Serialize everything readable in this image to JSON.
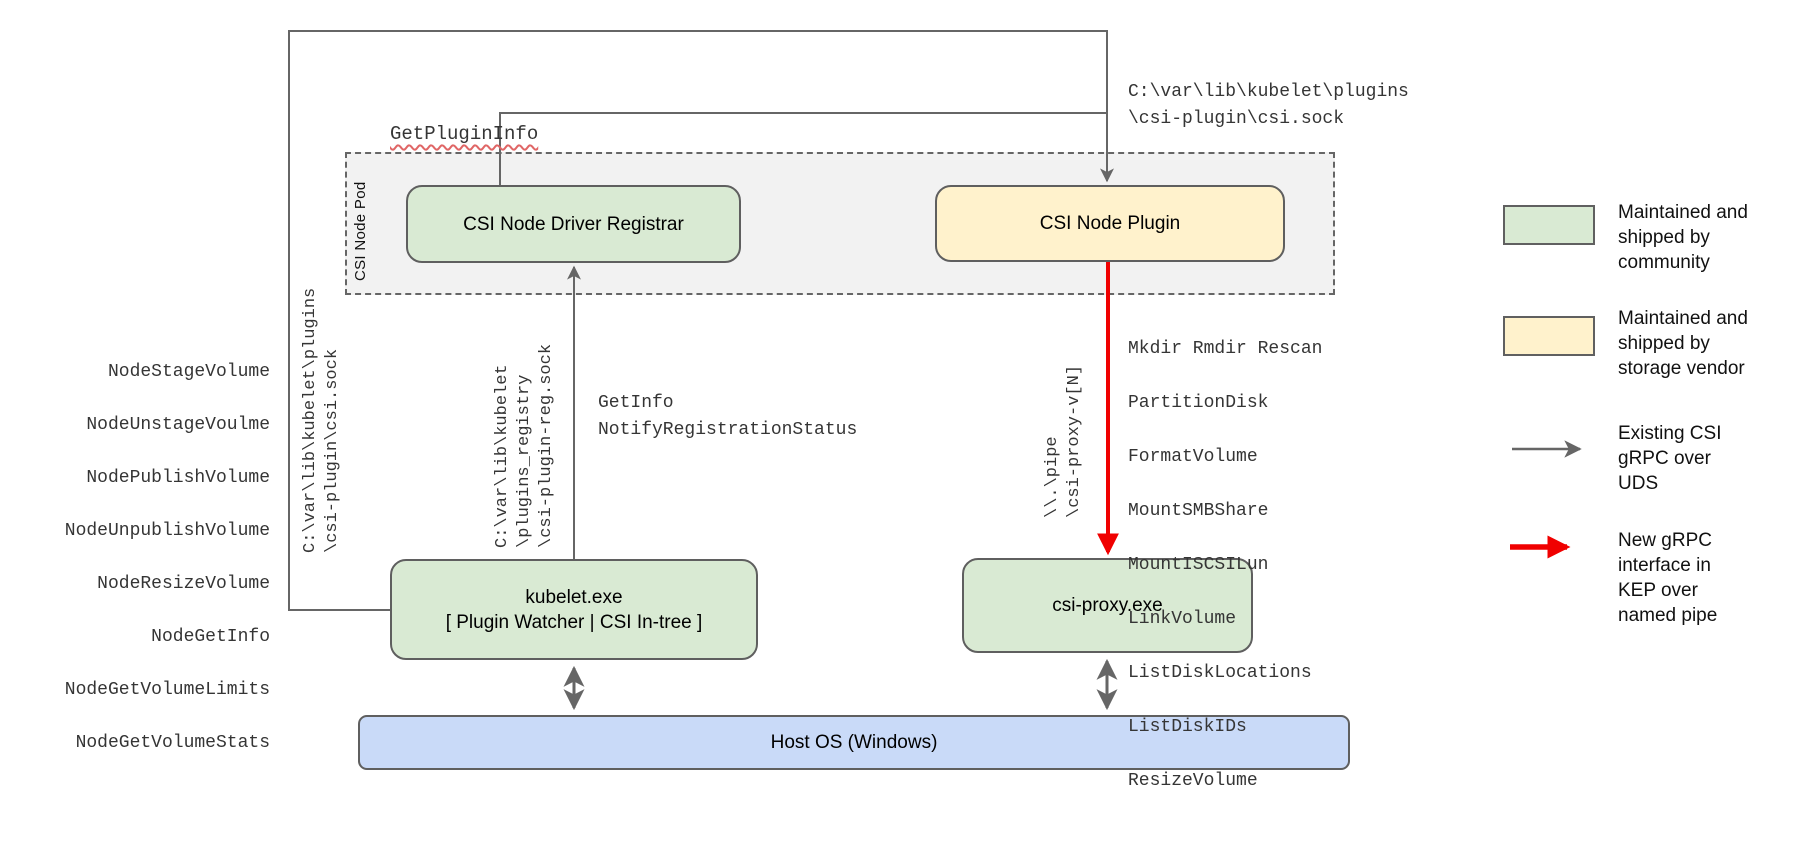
{
  "colors": {
    "community_green": "#d9ead3",
    "vendor_yellow": "#fff2cc",
    "host_blue": "#c9daf8",
    "pod_fill_gray": "#f2f2f2",
    "line_gray": "#666666",
    "new_grpc_red": "#f00000",
    "squiggle_red": "#e06666"
  },
  "pod": {
    "label": "CSI Node Pod"
  },
  "nodes": {
    "registrar": {
      "label": "CSI Node Driver Registrar"
    },
    "plugin": {
      "label": "CSI Node Plugin"
    },
    "kubelet": {
      "label": "kubelet.exe\n[ Plugin Watcher | CSI In-tree ]"
    },
    "csi_proxy": {
      "label": "csi-proxy.exe"
    },
    "host_os": {
      "label": "Host OS (Windows)"
    }
  },
  "edge_labels": {
    "get_plugin_info": "GetPluginInfo",
    "csi_sock_top": "C:\\var\\lib\\kubelet\\plugins\n\\csi-plugin\\csi.sock",
    "csi_sock_left": "C:\\var\\lib\\kubelet\\plugins\n\\csi-plugin\\csi.sock",
    "registry_sock": "C:\\var\\lib\\kubelet\n\\plugins_registry\n\\csi-plugin-reg.sock",
    "registration": "GetInfo\nNotifyRegistrationStatus",
    "named_pipe": "\\\\.\\pipe\n\\csi-proxy-v[N]"
  },
  "node_methods": [
    "NodeStageVolume",
    "NodeUnstageVoulme",
    "NodePublishVolume",
    "NodeUnpublishVolume",
    "NodeResizeVolume",
    "NodeGetInfo",
    "NodeGetVolumeLimits",
    "NodeGetVolumeStats"
  ],
  "proxy_methods": [
    "Mkdir Rmdir Rescan",
    "PartitionDisk",
    "FormatVolume",
    "MountSMBShare",
    "MountISCSILun",
    "LinkVolume",
    "ListDiskLocations",
    "ListDiskIDs",
    "ResizeVolume"
  ],
  "legend": {
    "community": "Maintained and\nshipped by\ncommunity",
    "vendor": "Maintained and\nshipped by\nstorage vendor",
    "existing_arrow": "Existing CSI\ngRPC over\nUDS",
    "new_arrow": "New gRPC\ninterface in\nKEP over\nnamed pipe"
  }
}
